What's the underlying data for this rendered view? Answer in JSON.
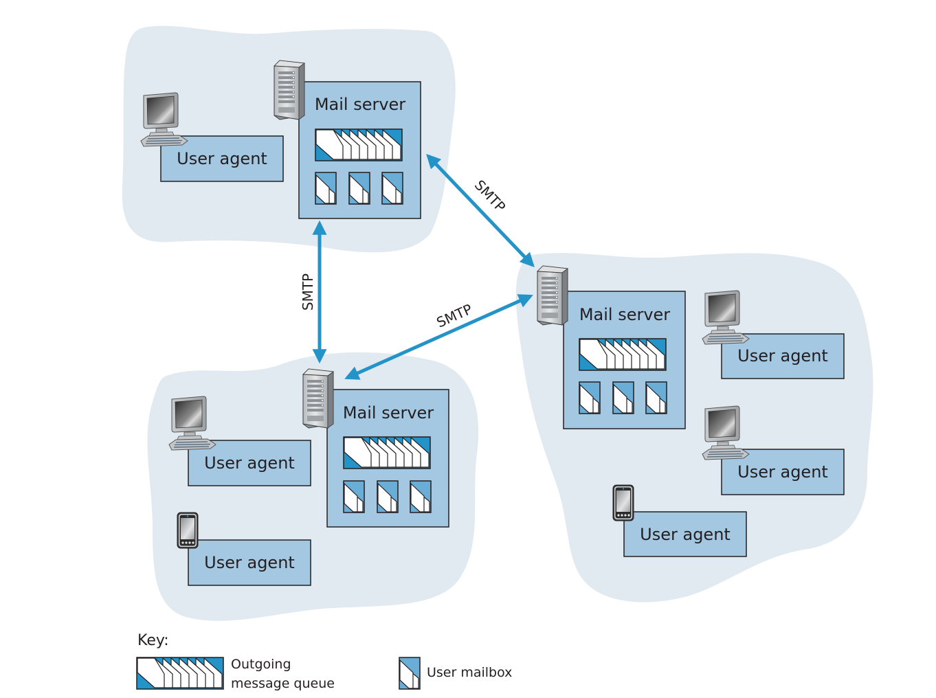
{
  "colors": {
    "cloud": "#e1eaf0",
    "box_fill": "#a4c7e2",
    "box_stroke": "#231f20",
    "queue_blue": "#2493c8",
    "mailbox_blue": "#6aadd6",
    "arrow": "#2493c8",
    "text": "#231f20"
  },
  "domains": [
    {
      "id": "top",
      "mail_server": {
        "label": "Mail server",
        "icon": "server-tower-icon",
        "queue_messages": 8,
        "mailboxes": 3
      },
      "user_agents": [
        {
          "label": "User agent",
          "device": "desktop-computer-icon"
        }
      ]
    },
    {
      "id": "bottom-left",
      "mail_server": {
        "label": "Mail server",
        "icon": "server-tower-icon",
        "queue_messages": 8,
        "mailboxes": 3
      },
      "user_agents": [
        {
          "label": "User agent",
          "device": "desktop-computer-icon"
        },
        {
          "label": "User agent",
          "device": "smartphone-icon"
        }
      ]
    },
    {
      "id": "right",
      "mail_server": {
        "label": "Mail server",
        "icon": "server-tower-icon",
        "queue_messages": 8,
        "mailboxes": 3
      },
      "user_agents": [
        {
          "label": "User agent",
          "device": "desktop-computer-icon"
        },
        {
          "label": "User agent",
          "device": "desktop-computer-icon"
        },
        {
          "label": "User agent",
          "device": "smartphone-icon"
        }
      ]
    }
  ],
  "links": [
    {
      "from": "top",
      "to": "bottom-left",
      "label": "SMTP",
      "direction": "bidirectional"
    },
    {
      "from": "top",
      "to": "right",
      "label": "SMTP",
      "direction": "bidirectional"
    },
    {
      "from": "bottom-left",
      "to": "right",
      "label": "SMTP",
      "direction": "bidirectional"
    }
  ],
  "key": {
    "title": "Key:",
    "items": [
      {
        "symbol": "outgoing-queue",
        "label_line1": "Outgoing",
        "label_line2": "message queue"
      },
      {
        "symbol": "user-mailbox",
        "label_line1": "User mailbox"
      }
    ]
  }
}
